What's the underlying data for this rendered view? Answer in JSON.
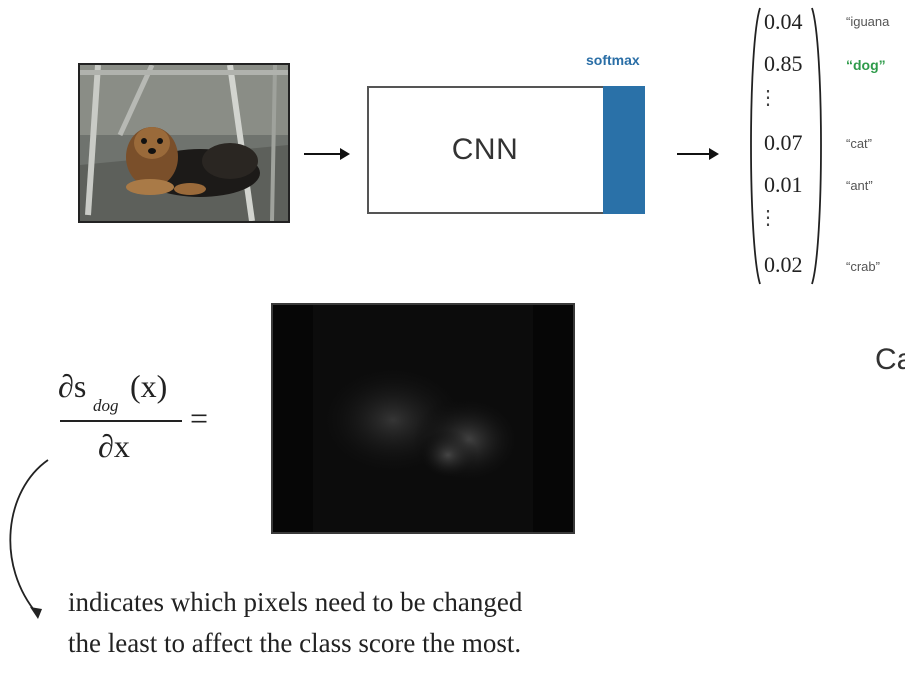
{
  "pipeline": {
    "cnn_label": "CNN",
    "softmax_label": "softmax"
  },
  "output_vector": {
    "entries": [
      {
        "value": "0.04",
        "label": "“iguana"
      },
      {
        "value": "0.85",
        "label": "“dog”"
      },
      {
        "value": "0.07",
        "label": "“cat”"
      },
      {
        "value": "0.01",
        "label": "“ant”"
      },
      {
        "value": "0.02",
        "label": "“crab”"
      }
    ],
    "ellipsis": "⋮",
    "highlight_color": "#2e9b4a"
  },
  "equation": {
    "numerator_symbol": "∂s",
    "subscript": "dog",
    "numerator_arg": "(x)",
    "denominator": "∂x",
    "equals": "="
  },
  "caption": {
    "line1": "indicates which pixels need to be changed",
    "line2": "the least to affect the class score the most."
  },
  "cutoff_text": "Ca",
  "colors": {
    "softmax": "#2a71a8",
    "saliency_bg": "#060606"
  }
}
